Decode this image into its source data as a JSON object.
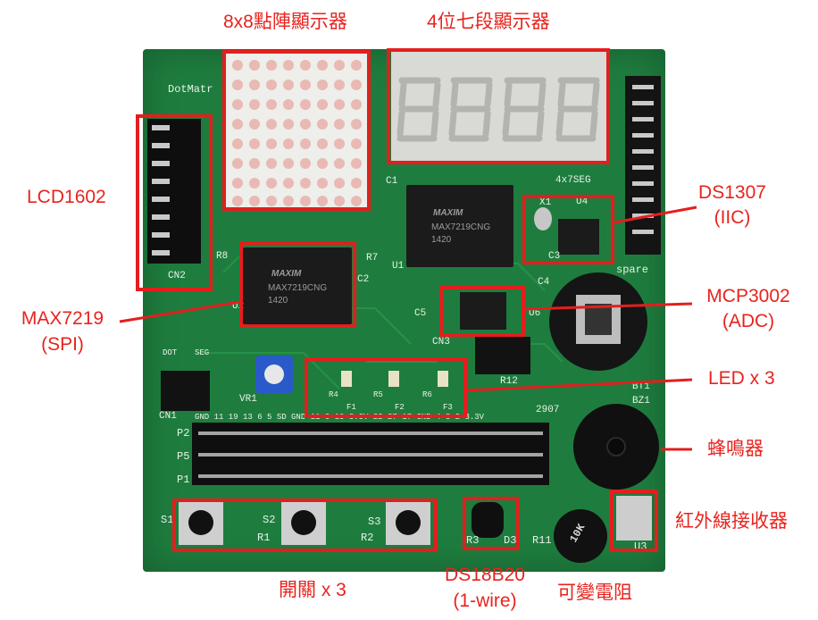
{
  "labels": {
    "dot_matrix": "8x8點陣顯示器",
    "seven_seg": "4位七段顯示器",
    "lcd": "LCD1602",
    "ds1307_line1": "DS1307",
    "ds1307_line2": "(IIC)",
    "mcp3002_line1": "MCP3002",
    "mcp3002_line2": "(ADC)",
    "max7219_line1": "MAX7219",
    "max7219_line2": "(SPI)",
    "led": "LED x 3",
    "buzzer": "蜂鳴器",
    "ir_receiver": "紅外線接收器",
    "switches": "開關 x 3",
    "ds18b20_line1": "DS18B20",
    "ds18b20_line2": "(1-wire)",
    "potentiometer": "可變電阻"
  },
  "silkscreen": {
    "dotmatrix": "DotMatr",
    "seg": "4x7SEG",
    "spare": "spare",
    "cn2": "CN2",
    "cn1": "CN1",
    "cn3": "CN3",
    "dot": "DOT",
    "seg_small": "SEG",
    "vr1": "VR1",
    "r8": "R8",
    "r7": "R7",
    "c1": "C1",
    "c2": "C2",
    "c3": "C3",
    "c4": "C4",
    "c5": "C5",
    "u1": "U1",
    "u2": "U2",
    "u4": "U4",
    "u6": "U6",
    "x1": "X1",
    "r12": "R12",
    "bt1": "BT1",
    "bz1": "BZ1",
    "s1": "S1",
    "s2": "S2",
    "s3": "S3",
    "r1": "R1",
    "r2": "R2",
    "r3": "R3",
    "r11": "R11",
    "u3": "U3",
    "d3": "D3",
    "p2": "P2",
    "p5": "P5",
    "p1": "P1",
    "header_top": "GND 11  19  13  6  5    SD GND 11   9   10  3.3V 22  27  17 GND 4   3   2  3.3V",
    "pot_value": "10K",
    "year": "2907",
    "led_labels": [
      "R4",
      "F1",
      "R5",
      "F2",
      "R6",
      "F3"
    ]
  },
  "chips": {
    "max7219_u1": {
      "brand": "MAXIM",
      "part": "MAX7219CNG",
      "code": "1420"
    },
    "max7219_u2": {
      "brand": "MAXIM",
      "part": "MAX7219CNG",
      "code": "1420"
    }
  },
  "colors": {
    "annotation": "#e8231e",
    "pcb": "#1e7d3e",
    "box": "#e41e1e"
  }
}
